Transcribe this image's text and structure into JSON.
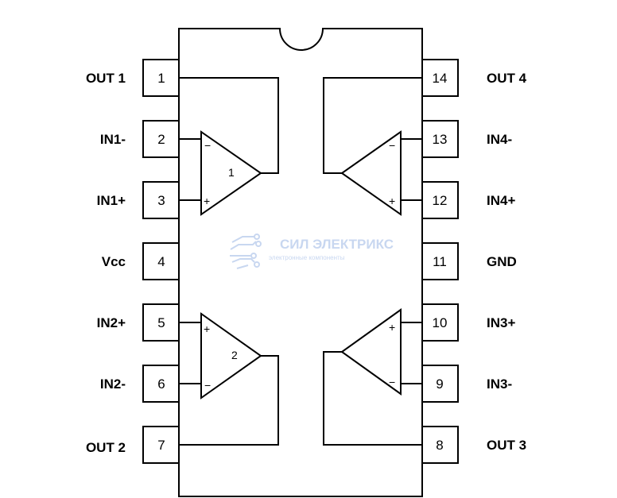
{
  "left_pins": [
    {
      "num": "1",
      "label": "OUT 1"
    },
    {
      "num": "2",
      "label": "IN1-"
    },
    {
      "num": "3",
      "label": "IN1+"
    },
    {
      "num": "4",
      "label": "Vcc"
    },
    {
      "num": "5",
      "label": "IN2+"
    },
    {
      "num": "6",
      "label": "IN2-"
    },
    {
      "num": "7",
      "label": "OUT 2"
    }
  ],
  "right_pins": [
    {
      "num": "14",
      "label": "OUT 4"
    },
    {
      "num": "13",
      "label": "IN4-"
    },
    {
      "num": "12",
      "label": "IN4+"
    },
    {
      "num": "11",
      "label": "GND"
    },
    {
      "num": "10",
      "label": "IN3+"
    },
    {
      "num": "9",
      "label": "IN3-"
    },
    {
      "num": "8",
      "label": "OUT 3"
    }
  ],
  "amplifiers": {
    "a1": "1",
    "a2": "2",
    "plus": "+",
    "minus": "−"
  },
  "watermark": {
    "title": "СИЛ ЭЛЕКТРИКС",
    "subtitle": "электронные компоненты"
  }
}
